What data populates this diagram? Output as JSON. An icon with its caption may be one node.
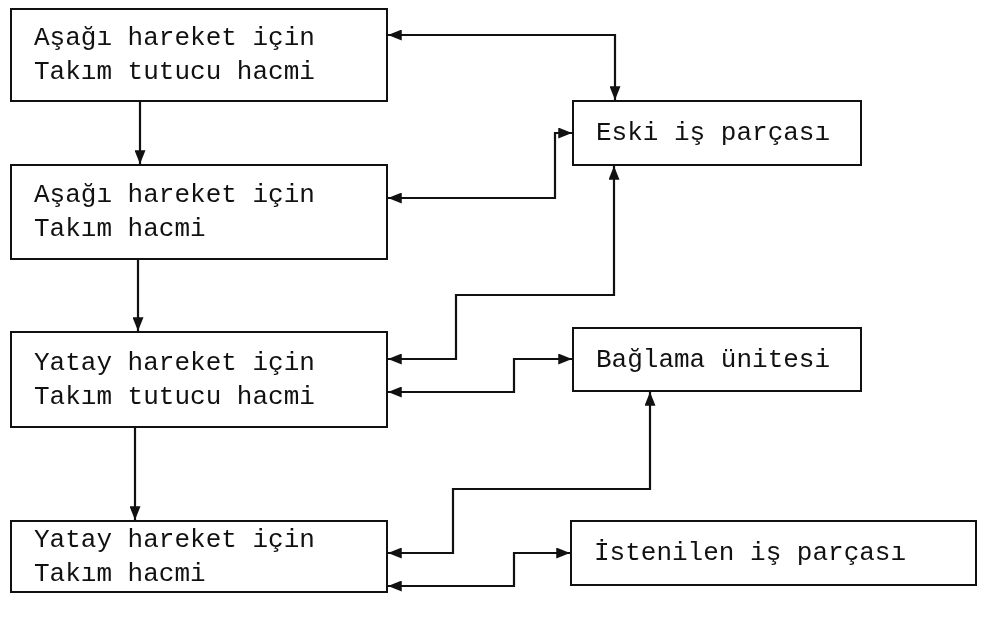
{
  "diagram": {
    "nodes": [
      {
        "text": [
          "Aşağı hareket için Takım tutucu hacmi"
        ]
      },
      {
        "text": [
          "Aşağı hareket için Takım hacmi"
        ]
      },
      {
        "text": [
          "Yatay hareket için Takım tutucu hacmi"
        ]
      },
      {
        "text": [
          "Yatay hareket için Takım hacmi"
        ]
      },
      {
        "text": [
          "Eski iş parçası"
        ]
      },
      {
        "text": [
          "Bağlama ünitesi"
        ]
      },
      {
        "text": [
          "İstenilen iş parçası"
        ]
      }
    ],
    "edges": [
      {
        "from": 0,
        "to": 1,
        "arrow": "to"
      },
      {
        "from": 1,
        "to": 2,
        "arrow": "to"
      },
      {
        "from": 2,
        "to": 3,
        "arrow": "to"
      },
      {
        "from": 0,
        "to": 4,
        "arrow": "both"
      },
      {
        "from": 1,
        "to": 4,
        "arrow": "both"
      },
      {
        "from": 2,
        "to": 4,
        "arrow": "both"
      },
      {
        "from": 2,
        "to": 5,
        "arrow": "both"
      },
      {
        "from": 3,
        "to": 5,
        "arrow": "both"
      },
      {
        "from": 3,
        "to": 6,
        "arrow": "both"
      }
    ]
  }
}
